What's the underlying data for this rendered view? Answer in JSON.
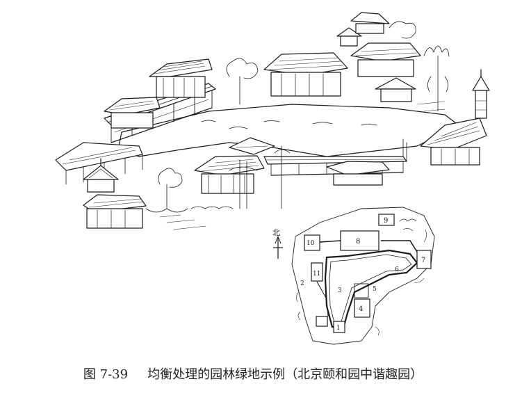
{
  "caption": {
    "figure_number": "图 7-39",
    "text": "均衡处理的园林绿地示例（北京颐和园中谐趣园）"
  },
  "site_plan": {
    "north_label": "北",
    "numbers": [
      "1",
      "2",
      "3",
      "4",
      "5",
      "6",
      "7",
      "8",
      "9",
      "10",
      "11"
    ]
  }
}
